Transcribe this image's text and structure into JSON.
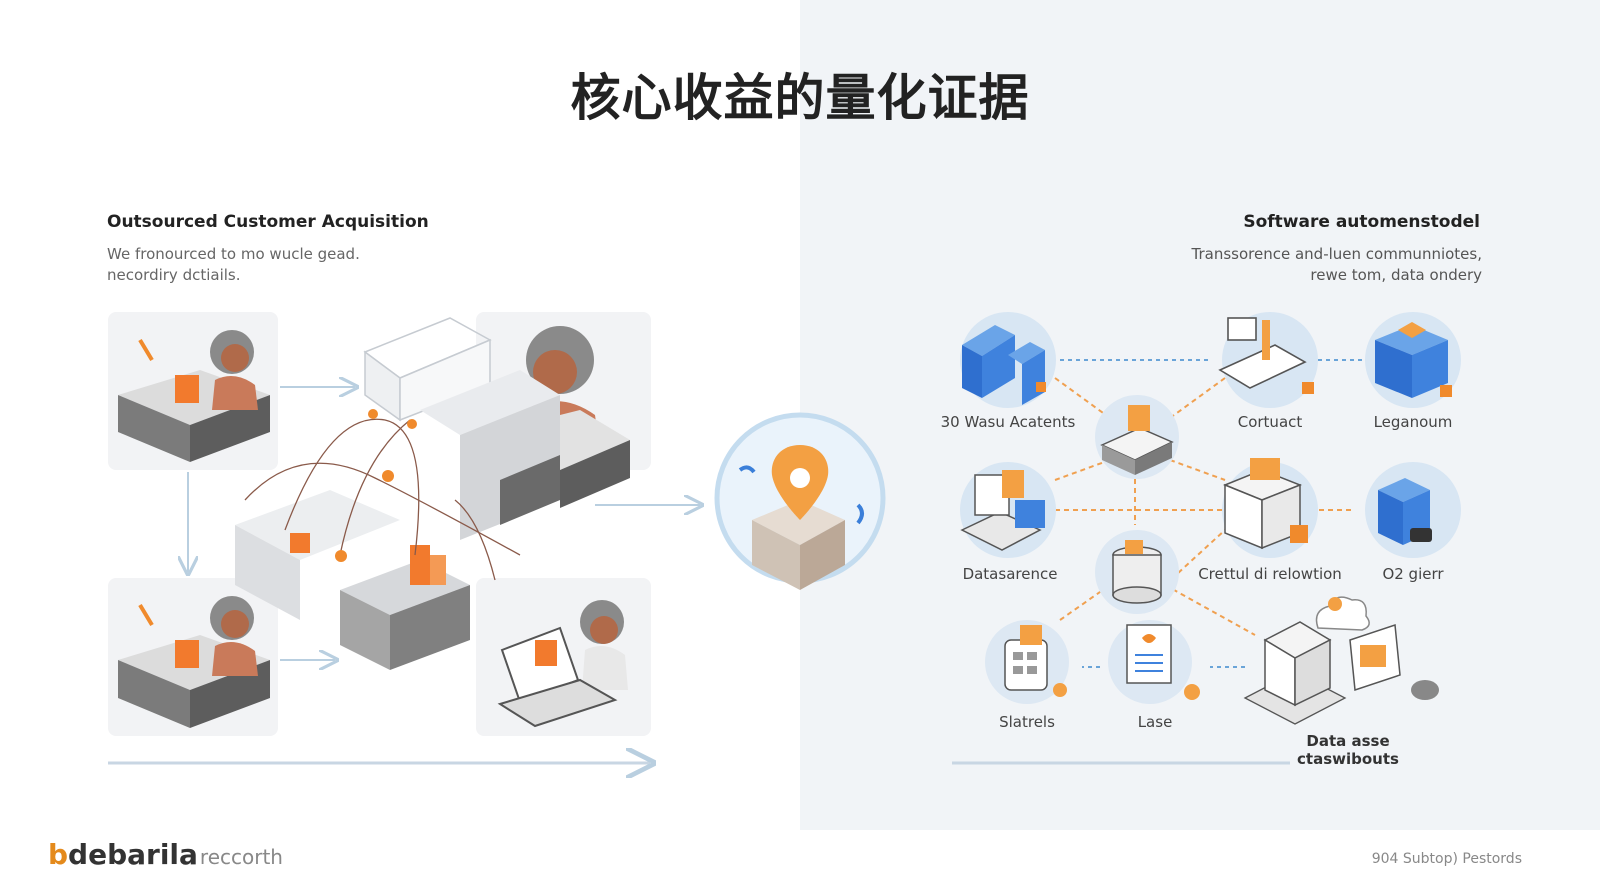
{
  "title": "核心收益的量化证据",
  "left": {
    "heading": "Outsourced Customer Acquisition",
    "description_line1": "We fronourced to mo wucle gead.",
    "description_line2": "necordiry dctiails."
  },
  "right": {
    "heading": "Software automenstodel",
    "description_line1": "Transsorence  and-luen communniotes,",
    "description_line2": "rewe tom, data ondery",
    "nodes": {
      "n1": "30 Wasu Acatents",
      "n2": "Cortuact",
      "n3": "Leganoum",
      "n4": "Datasarence",
      "n5": "Crettul di relowtion",
      "n6": "O2 gierr",
      "n7": "Slatrels",
      "n8": "Lase",
      "n9_line1": "Data asse",
      "n9_line2": "ctaswibouts"
    }
  },
  "footer": {
    "brand_name": "debarila",
    "brand_sub": "reccorth",
    "note": "904 Subtop) Pestords"
  },
  "colors": {
    "accent_orange": "#f08a2c",
    "accent_blue": "#3b7fd9",
    "light_blue": "#dbe8f5",
    "gray": "#6b6b6b"
  },
  "icons": [
    "worker-desk-icon",
    "person-avatar-icon",
    "laptop-icon",
    "location-pin-icon",
    "server-icon",
    "database-icon",
    "document-icon",
    "cloud-icon",
    "monitor-icon",
    "box-icon"
  ]
}
